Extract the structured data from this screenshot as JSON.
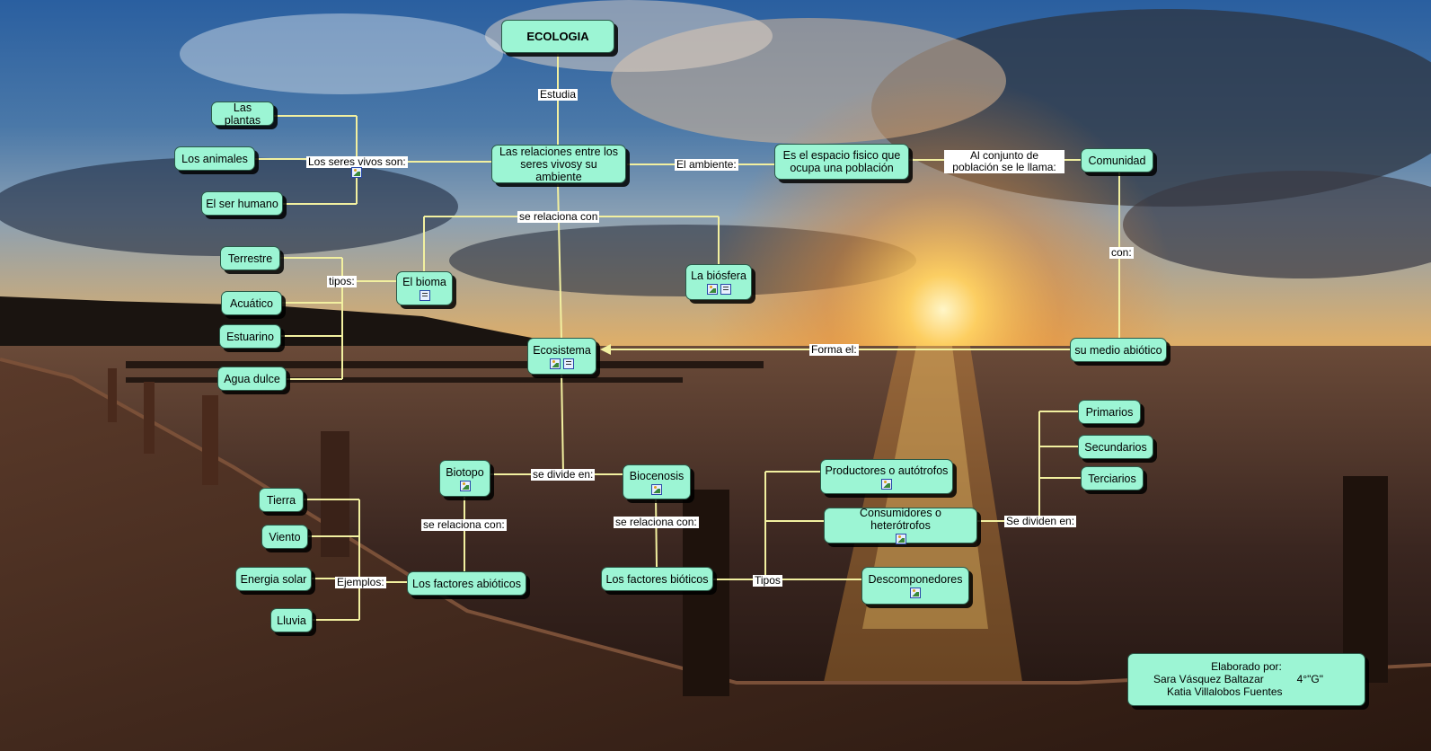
{
  "nodes": {
    "ecologia": "ECOLOGIA",
    "relaciones": "Las relaciones entre los seres vivosy su ambiente",
    "plantas": "Las plantas",
    "animales": "Los animales",
    "humano": "El ser humano",
    "espacio": "Es el espacio fisico que ocupa una población",
    "comunidad": "Comunidad",
    "terrestre": "Terrestre",
    "acuatico": "Acuático",
    "estuarino": "Estuarino",
    "agua_dulce": "Agua dulce",
    "bioma": "El bioma",
    "biosfera": "La biósfera",
    "ecosistema": "Ecosistema",
    "medio_abiotico": "su medio abiótico",
    "primarios": "Primarios",
    "secundarios": "Secundarios",
    "terciarios": "Terciarios",
    "biotopo": "Biotopo",
    "biocenosis": "Biocenosis",
    "productores": "Productores o autótrofos",
    "consumidores": "Consumidores o heterótrofos",
    "descomponedores": "Descomponedores",
    "tierra": "Tierra",
    "viento": "Viento",
    "energia_solar": "Energia solar",
    "lluvia": "Lluvia",
    "factores_abioticos": "Los factores abióticos",
    "factores_bioticos": "Los factores bióticos"
  },
  "links": {
    "estudia": "Estudia",
    "seres_vivos_son": "Los seres vivos son:",
    "ambiente": "El ambiente:",
    "conjunto": "Al conjunto de población se le llama:",
    "se_relaciona_con": "se relaciona con",
    "tipos_bioma": "tipos:",
    "con": "con:",
    "forma_el": "Forma el:",
    "se_divide_en": "se divide en:",
    "se_relaciona_con_biotopo": "se relaciona con:",
    "se_relaciona_con_biocenosis": "se relaciona con:",
    "ejemplos": "Ejemplos:",
    "tipos_bioticos": "Tipos",
    "se_dividen_en": "Se dividen en:"
  },
  "credit": {
    "heading": "Elaborado por:",
    "author1": "Sara Vásquez Baltazar",
    "group": "4°\"G\"",
    "author2": "Katia Villalobos Fuentes"
  },
  "colors": {
    "node_fill": "#9cf5d4",
    "connector": "#f2f0a0"
  }
}
